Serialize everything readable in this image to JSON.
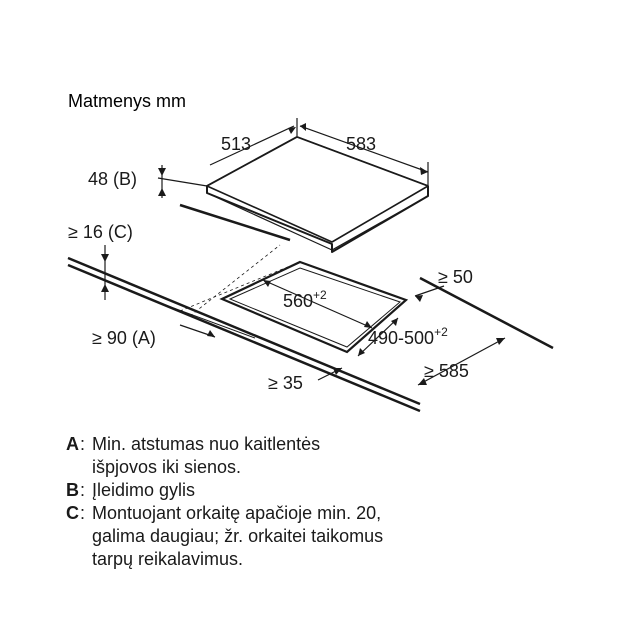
{
  "title": "Matmenys mm",
  "dimensions": {
    "depth_top": "513",
    "width_top": "583",
    "height_b": "48 (B)",
    "gap_c": "≥ 16 (C)",
    "cutout_width": "560",
    "cutout_width_tol": "+2",
    "cutout_depth": "490-500",
    "cutout_depth_tol": "+2",
    "side_50": "≥ 50",
    "front_90": "≥ 90 (A)",
    "front_35": "≥ 35",
    "depth_585": "≥ 585"
  },
  "legend": [
    {
      "key": "A",
      "text": "Min. atstumas nuo kaitlentės\nišpjovos iki sienos."
    },
    {
      "key": "B",
      "text": "Įleidimo gylis"
    },
    {
      "key": "C",
      "text": "Montuojant orkaitę apačioje min. 20,\ngalima daugiau; žr. orkaitei taikomus\ntarpų reikalavimus."
    }
  ]
}
